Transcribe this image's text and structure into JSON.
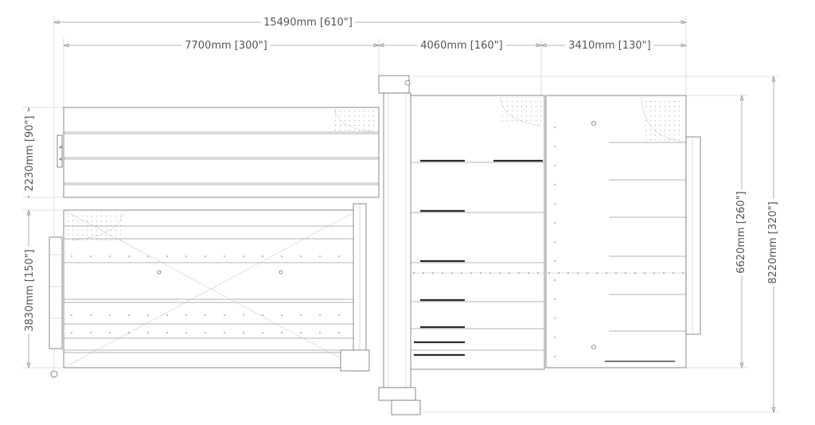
{
  "dimensions": {
    "total_width": "15490mm [610\"]",
    "left_section_width": "7700mm [300\"]",
    "middle_section_width": "4060mm [160\"]",
    "right_section_width": "3410mm [130\"]",
    "upper_left_height": "2230mm [90\"]",
    "lower_left_height": "3830mm [150\"]",
    "table_height": "6620mm [260\"]",
    "total_height": "8220mm [320\"]"
  },
  "colors": {
    "line": "#8a8a8a",
    "dimension": "#9a9a9a",
    "text": "#555555",
    "accent": "#2a2a2a"
  }
}
